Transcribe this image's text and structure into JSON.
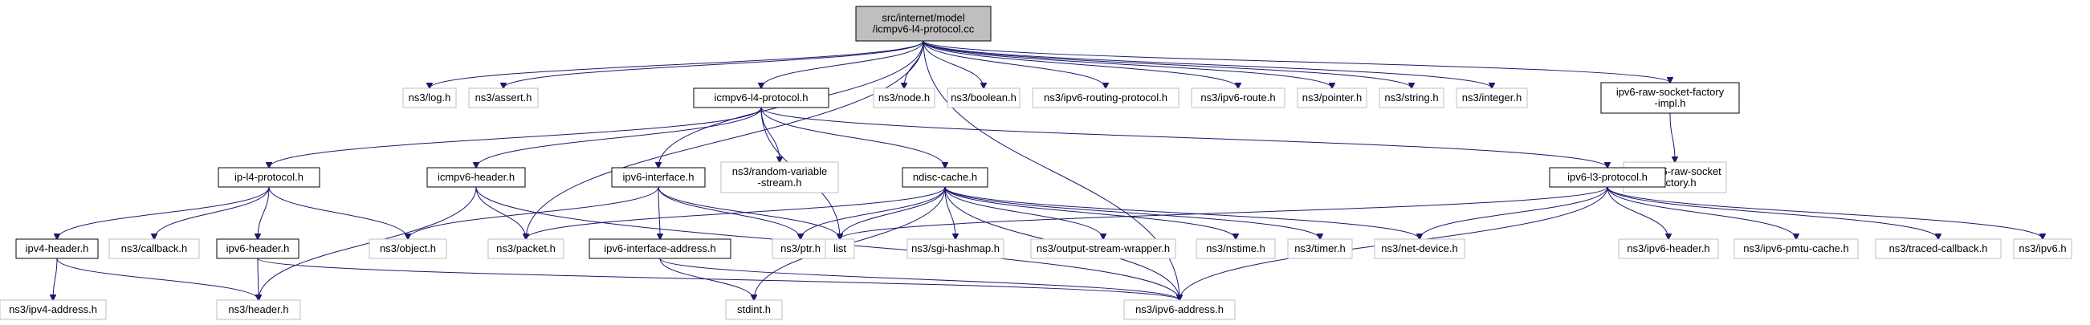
{
  "graph": {
    "colors": {
      "root_fill": "#bfbfbf",
      "node_border": "#000000",
      "external_border": "#bfbfbf",
      "edge": "#191970",
      "text": "#000000"
    },
    "nodes": [
      {
        "id": "root",
        "lines": [
          "src/internet/model",
          "/icmpv6-l4-protocol.cc"
        ],
        "style": "root"
      },
      {
        "id": "log",
        "lines": [
          "ns3/log.h"
        ],
        "style": "external"
      },
      {
        "id": "assert",
        "lines": [
          "ns3/assert.h"
        ],
        "style": "external"
      },
      {
        "id": "icmpv6l4",
        "lines": [
          "icmpv6-l4-protocol.h"
        ],
        "style": "internal"
      },
      {
        "id": "node",
        "lines": [
          "ns3/node.h"
        ],
        "style": "external"
      },
      {
        "id": "boolean",
        "lines": [
          "ns3/boolean.h"
        ],
        "style": "external"
      },
      {
        "id": "routingproto",
        "lines": [
          "ns3/ipv6-routing-protocol.h"
        ],
        "style": "external"
      },
      {
        "id": "route",
        "lines": [
          "ns3/ipv6-route.h"
        ],
        "style": "external"
      },
      {
        "id": "pointer",
        "lines": [
          "ns3/pointer.h"
        ],
        "style": "external"
      },
      {
        "id": "string",
        "lines": [
          "ns3/string.h"
        ],
        "style": "external"
      },
      {
        "id": "integer",
        "lines": [
          "ns3/integer.h"
        ],
        "style": "external"
      },
      {
        "id": "rawfactoryimpl",
        "lines": [
          "ipv6-raw-socket-factory",
          "-impl.h"
        ],
        "style": "internal"
      },
      {
        "id": "randomvar",
        "lines": [
          "ns3/random-variable",
          "-stream.h"
        ],
        "style": "external"
      },
      {
        "id": "rawfactory",
        "lines": [
          "ns3/ipv6-raw-socket",
          "-factory.h"
        ],
        "style": "external"
      },
      {
        "id": "ipl4",
        "lines": [
          "ip-l4-protocol.h"
        ],
        "style": "internal"
      },
      {
        "id": "icmpv6hdr",
        "lines": [
          "icmpv6-header.h"
        ],
        "style": "internal"
      },
      {
        "id": "ipv6iface",
        "lines": [
          "ipv6-interface.h"
        ],
        "style": "internal"
      },
      {
        "id": "ndisc",
        "lines": [
          "ndisc-cache.h"
        ],
        "style": "internal"
      },
      {
        "id": "ipv6l3",
        "lines": [
          "ipv6-l3-protocol.h"
        ],
        "style": "internal"
      },
      {
        "id": "ipv4hdr",
        "lines": [
          "ipv4-header.h"
        ],
        "style": "internal"
      },
      {
        "id": "callback",
        "lines": [
          "ns3/callback.h"
        ],
        "style": "external"
      },
      {
        "id": "ipv6hdr",
        "lines": [
          "ipv6-header.h"
        ],
        "style": "internal"
      },
      {
        "id": "object",
        "lines": [
          "ns3/object.h"
        ],
        "style": "external"
      },
      {
        "id": "packet",
        "lines": [
          "ns3/packet.h"
        ],
        "style": "external"
      },
      {
        "id": "ifaceaddr",
        "lines": [
          "ipv6-interface-address.h"
        ],
        "style": "internal"
      },
      {
        "id": "ptr",
        "lines": [
          "ns3/ptr.h"
        ],
        "style": "external"
      },
      {
        "id": "list",
        "lines": [
          "list"
        ],
        "style": "external"
      },
      {
        "id": "sgihash",
        "lines": [
          "ns3/sgi-hashmap.h"
        ],
        "style": "external"
      },
      {
        "id": "outstream",
        "lines": [
          "ns3/output-stream-wrapper.h"
        ],
        "style": "external"
      },
      {
        "id": "nstime",
        "lines": [
          "ns3/nstime.h"
        ],
        "style": "external"
      },
      {
        "id": "timer",
        "lines": [
          "ns3/timer.h"
        ],
        "style": "external"
      },
      {
        "id": "netdevice",
        "lines": [
          "ns3/net-device.h"
        ],
        "style": "external"
      },
      {
        "id": "ns3ipv6hdr",
        "lines": [
          "ns3/ipv6-header.h"
        ],
        "style": "external"
      },
      {
        "id": "pmtu",
        "lines": [
          "ns3/ipv6-pmtu-cache.h"
        ],
        "style": "external"
      },
      {
        "id": "traced",
        "lines": [
          "ns3/traced-callback.h"
        ],
        "style": "external"
      },
      {
        "id": "ns3ipv6",
        "lines": [
          "ns3/ipv6.h"
        ],
        "style": "external"
      },
      {
        "id": "ipv4addr",
        "lines": [
          "ns3/ipv4-address.h"
        ],
        "style": "external"
      },
      {
        "id": "header",
        "lines": [
          "ns3/header.h"
        ],
        "style": "external"
      },
      {
        "id": "stdint",
        "lines": [
          "stdint.h"
        ],
        "style": "external"
      },
      {
        "id": "ipv6addr",
        "lines": [
          "ns3/ipv6-address.h"
        ],
        "style": "external"
      }
    ],
    "edges": [
      [
        "root",
        "log"
      ],
      [
        "root",
        "assert"
      ],
      [
        "root",
        "icmpv6l4"
      ],
      [
        "root",
        "node"
      ],
      [
        "root",
        "boolean"
      ],
      [
        "root",
        "routingproto"
      ],
      [
        "root",
        "route"
      ],
      [
        "root",
        "pointer"
      ],
      [
        "root",
        "string"
      ],
      [
        "root",
        "integer"
      ],
      [
        "root",
        "rawfactoryimpl"
      ],
      [
        "root",
        "packet"
      ],
      [
        "root",
        "ipv6iface"
      ],
      [
        "root",
        "ipv6addr"
      ],
      [
        "rawfactoryimpl",
        "rawfactory"
      ],
      [
        "icmpv6l4",
        "ipl4"
      ],
      [
        "icmpv6l4",
        "icmpv6hdr"
      ],
      [
        "icmpv6l4",
        "randomvar"
      ],
      [
        "icmpv6l4",
        "ndisc"
      ],
      [
        "icmpv6l4",
        "list"
      ],
      [
        "icmpv6l4",
        "ipv6l3"
      ],
      [
        "ipl4",
        "ipv4hdr"
      ],
      [
        "ipl4",
        "callback"
      ],
      [
        "ipl4",
        "ipv6hdr"
      ],
      [
        "ipl4",
        "object"
      ],
      [
        "icmpv6hdr",
        "header"
      ],
      [
        "icmpv6hdr",
        "packet"
      ],
      [
        "icmpv6hdr",
        "ipv6addr"
      ],
      [
        "ipv6iface",
        "object"
      ],
      [
        "ipv6iface",
        "ifaceaddr"
      ],
      [
        "ipv6iface",
        "ptr"
      ],
      [
        "ipv6iface",
        "list"
      ],
      [
        "ndisc",
        "packet"
      ],
      [
        "ndisc",
        "ptr"
      ],
      [
        "ndisc",
        "list"
      ],
      [
        "ndisc",
        "stdint"
      ],
      [
        "ndisc",
        "sgihash"
      ],
      [
        "ndisc",
        "outstream"
      ],
      [
        "ndisc",
        "nstime"
      ],
      [
        "ndisc",
        "timer"
      ],
      [
        "ndisc",
        "netdevice"
      ],
      [
        "ndisc",
        "ipv6addr"
      ],
      [
        "ipv6l3",
        "list"
      ],
      [
        "ipv6l3",
        "netdevice"
      ],
      [
        "ipv6l3",
        "ipv6addr"
      ],
      [
        "ipv6l3",
        "ns3ipv6hdr"
      ],
      [
        "ipv6l3",
        "pmtu"
      ],
      [
        "ipv6l3",
        "traced"
      ],
      [
        "ipv6l3",
        "ns3ipv6"
      ],
      [
        "ipv4hdr",
        "ipv4addr"
      ],
      [
        "ipv4hdr",
        "header"
      ],
      [
        "ipv6hdr",
        "header"
      ],
      [
        "ipv6hdr",
        "ipv6addr"
      ],
      [
        "ifaceaddr",
        "stdint"
      ],
      [
        "ifaceaddr",
        "ipv6addr"
      ]
    ]
  }
}
